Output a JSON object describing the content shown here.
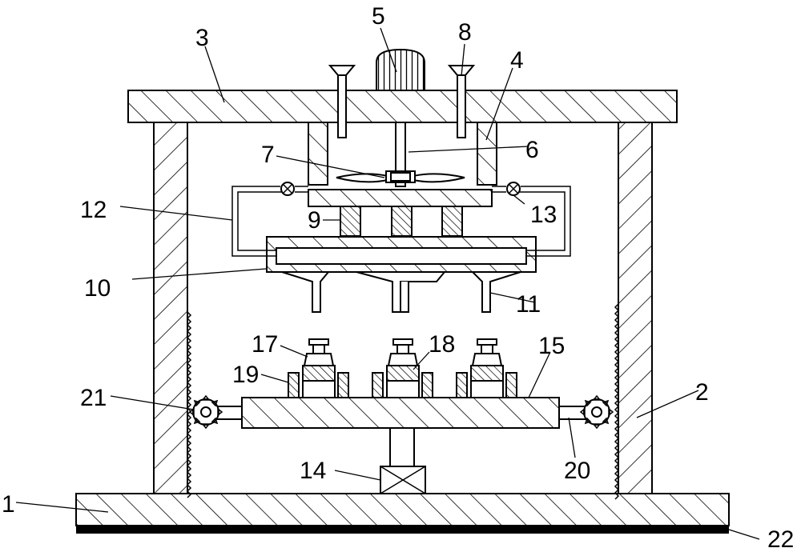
{
  "labels": {
    "l1": "1",
    "l2": "2",
    "l3": "3",
    "l4": "4",
    "l5": "5",
    "l6": "6",
    "l7": "7",
    "l8": "8",
    "l9": "9",
    "l10": "10",
    "l11": "11",
    "l12": "12",
    "l13": "13",
    "l14": "14",
    "l15": "15",
    "l17": "17",
    "l18": "18",
    "l19": "19",
    "l20": "20",
    "l21": "21",
    "l22": "22"
  }
}
